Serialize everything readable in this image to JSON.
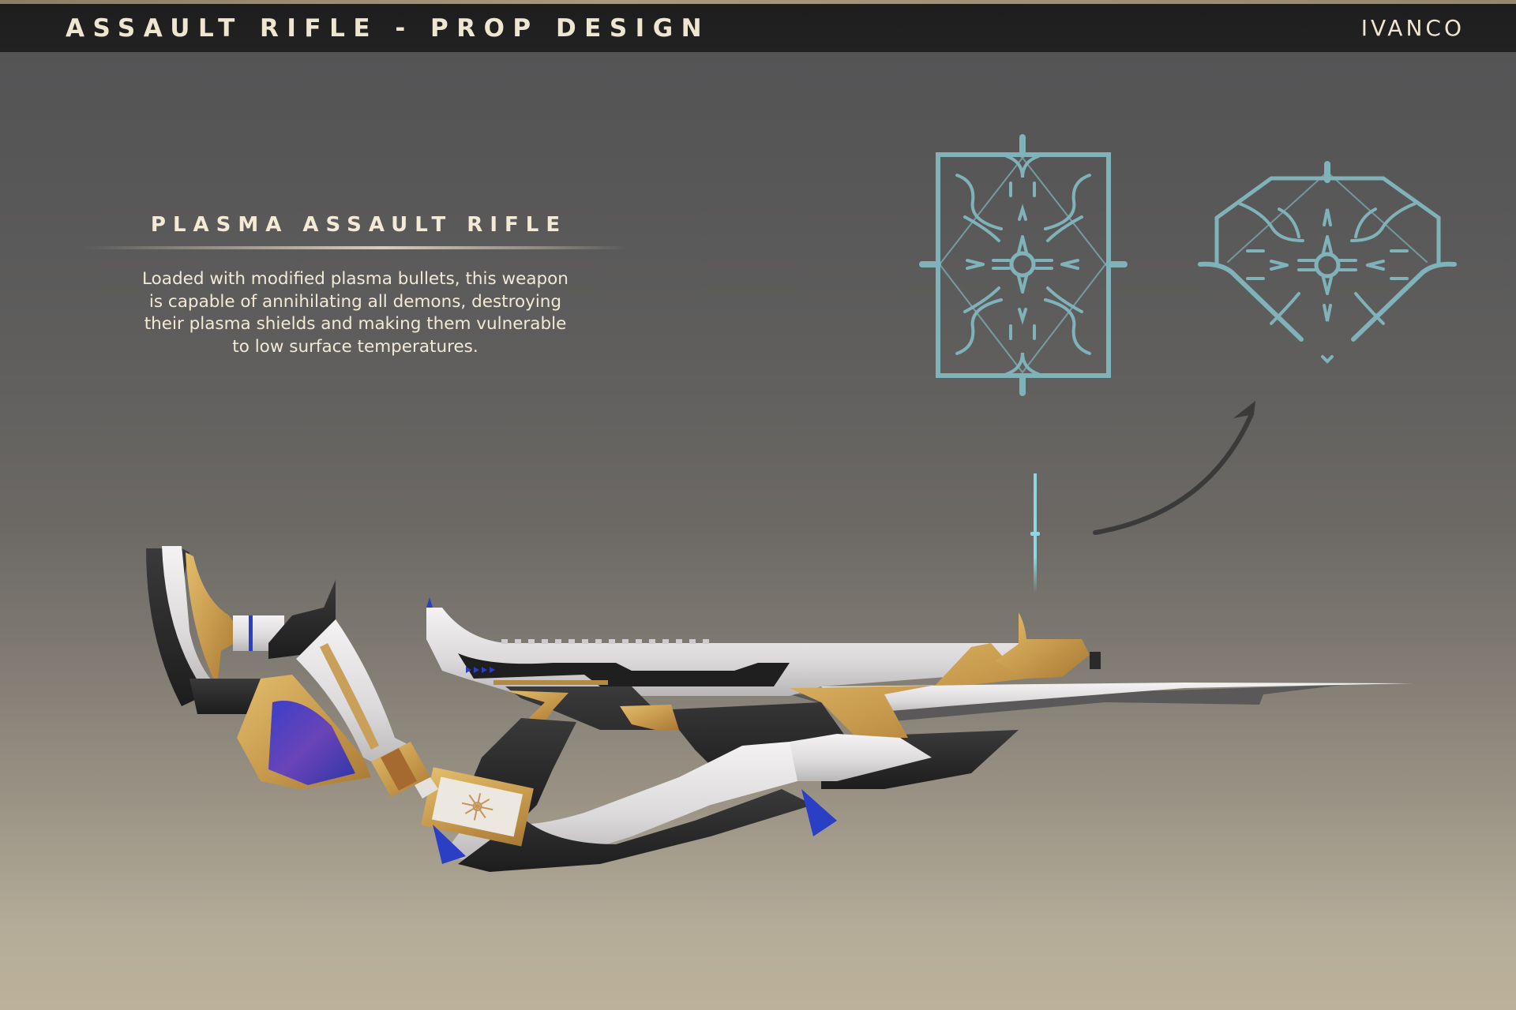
{
  "header": {
    "title": "ASSAULT RIFLE - PROP DESIGN",
    "brand": "IVANCO"
  },
  "info": {
    "title": "PLASMA ASSAULT RIFLE",
    "description": "Loaded with modified plasma bullets, this weapon is capable of annihilating all demons, destroying their plasma shields and making them vulnerable to low surface temperatures."
  },
  "emblems": [
    {
      "name": "rectangular-sight-emblem",
      "shape": "rectangle"
    },
    {
      "name": "diamond-sight-emblem",
      "shape": "shield-diamond"
    }
  ],
  "colors": {
    "header_bg": "#1f1f20",
    "header_text": "#efe6d2",
    "emblem": "#7fb2b9",
    "sight_glow": "#8fd6e0",
    "gold": "#c9a25a",
    "white_body": "#e8e6e6",
    "black_part": "#2a2a2b",
    "blue_accent": "#2b3fc4",
    "arrow": "#3a3a3a"
  }
}
